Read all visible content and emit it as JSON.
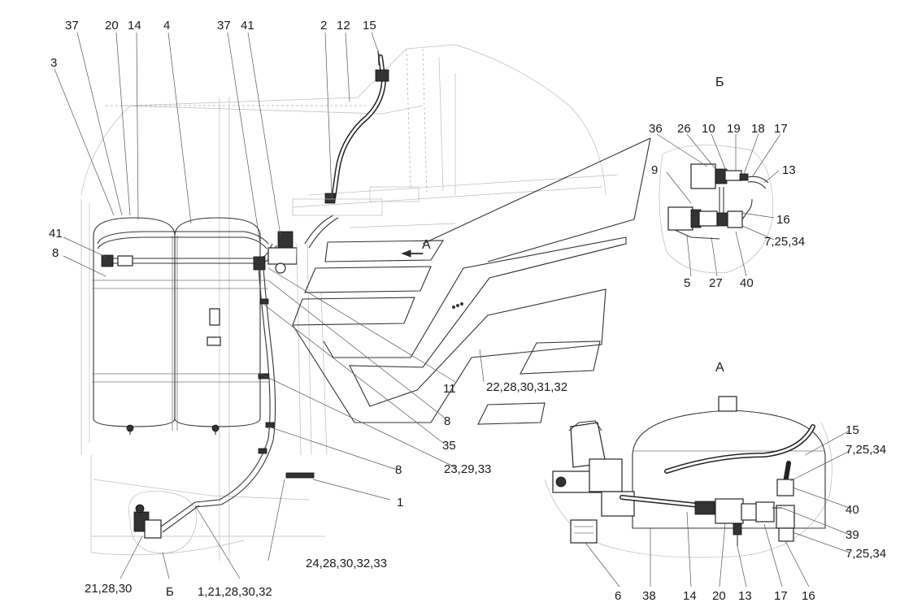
{
  "labels": {
    "top": [
      "37",
      "20",
      "14",
      "4",
      "37",
      "41",
      "2",
      "12",
      "15"
    ],
    "left": [
      "3",
      "41",
      "8"
    ],
    "center": [
      "A",
      "11",
      "22,28,30,31,32",
      "8",
      "35",
      "23,29,33",
      "8",
      "1",
      "24,28,30,32,33"
    ],
    "bottom_left": [
      "21,28,30",
      "Б",
      "1,21,28,30,32"
    ],
    "detail_b": {
      "title": "Б",
      "top": [
        "36",
        "26",
        "10",
        "19",
        "18",
        "17"
      ],
      "right": [
        "13",
        "16",
        "7,25,34"
      ],
      "left": [
        "9"
      ],
      "bottom": [
        "5",
        "27",
        "40"
      ]
    },
    "detail_a": {
      "title": "А",
      "right": [
        "15",
        "7,25,34",
        "40",
        "39",
        "7,25,34"
      ],
      "bottom": [
        "6",
        "38",
        "14",
        "20",
        "13",
        "17",
        "16"
      ]
    }
  }
}
